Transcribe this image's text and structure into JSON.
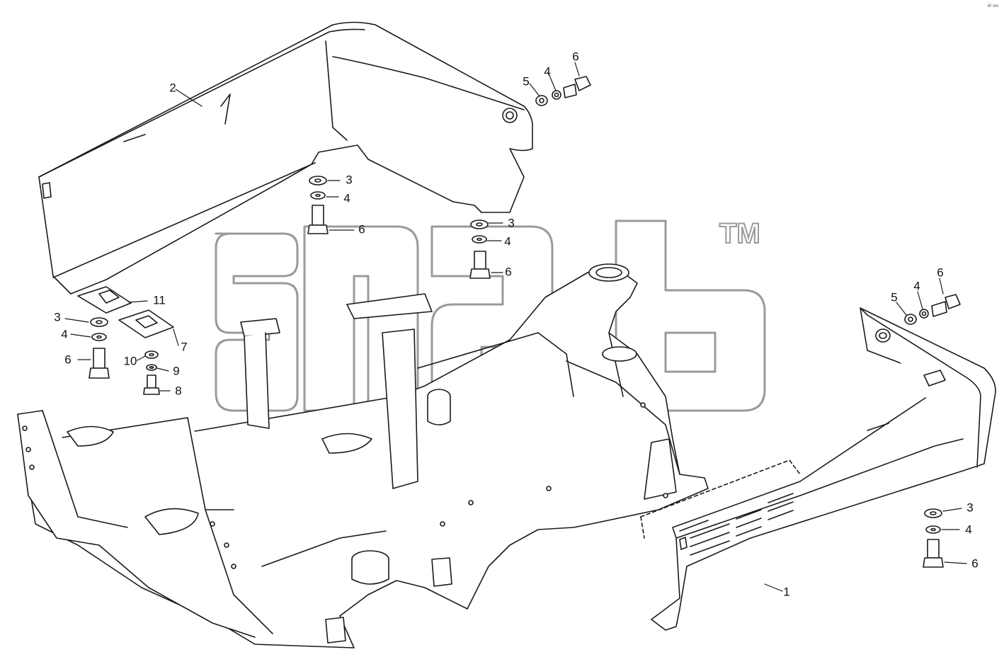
{
  "corner_code": "ᵃᴰ ᵃᵃᵃ",
  "watermark": {
    "tm": "TM",
    "brand": "ᵃᴰ ᵃᵃᵃ"
  },
  "colors": {
    "line": "#1a1a1a",
    "fill": "#ffffff",
    "watermark_stroke": "#9a9a9a"
  },
  "callouts": [
    {
      "id": "rear-cover",
      "text": "2"
    },
    {
      "id": "top-bolt",
      "text": "6"
    },
    {
      "id": "top-washer-a",
      "text": "4"
    },
    {
      "id": "top-washer-b",
      "text": "5"
    },
    {
      "id": "mid-washer-3",
      "text": "3"
    },
    {
      "id": "mid-washer-4",
      "text": "4"
    },
    {
      "id": "mid-bolt-6",
      "text": "6"
    },
    {
      "id": "right-mid-3",
      "text": "3"
    },
    {
      "id": "right-mid-4",
      "text": "4"
    },
    {
      "id": "right-mid-6",
      "text": "6"
    },
    {
      "id": "shim-11",
      "text": "11"
    },
    {
      "id": "left-3",
      "text": "3"
    },
    {
      "id": "left-4",
      "text": "4"
    },
    {
      "id": "shim-7",
      "text": "7"
    },
    {
      "id": "left-6",
      "text": "6"
    },
    {
      "id": "washer-10",
      "text": "10"
    },
    {
      "id": "washer-9",
      "text": "9"
    },
    {
      "id": "bolt-8",
      "text": "8"
    },
    {
      "id": "right-top-6",
      "text": "6"
    },
    {
      "id": "right-top-4",
      "text": "4"
    },
    {
      "id": "right-top-5",
      "text": "5"
    },
    {
      "id": "right-bottom-3",
      "text": "3"
    },
    {
      "id": "right-bottom-4",
      "text": "4"
    },
    {
      "id": "right-bottom-6",
      "text": "6"
    },
    {
      "id": "front-cover",
      "text": "1"
    }
  ]
}
